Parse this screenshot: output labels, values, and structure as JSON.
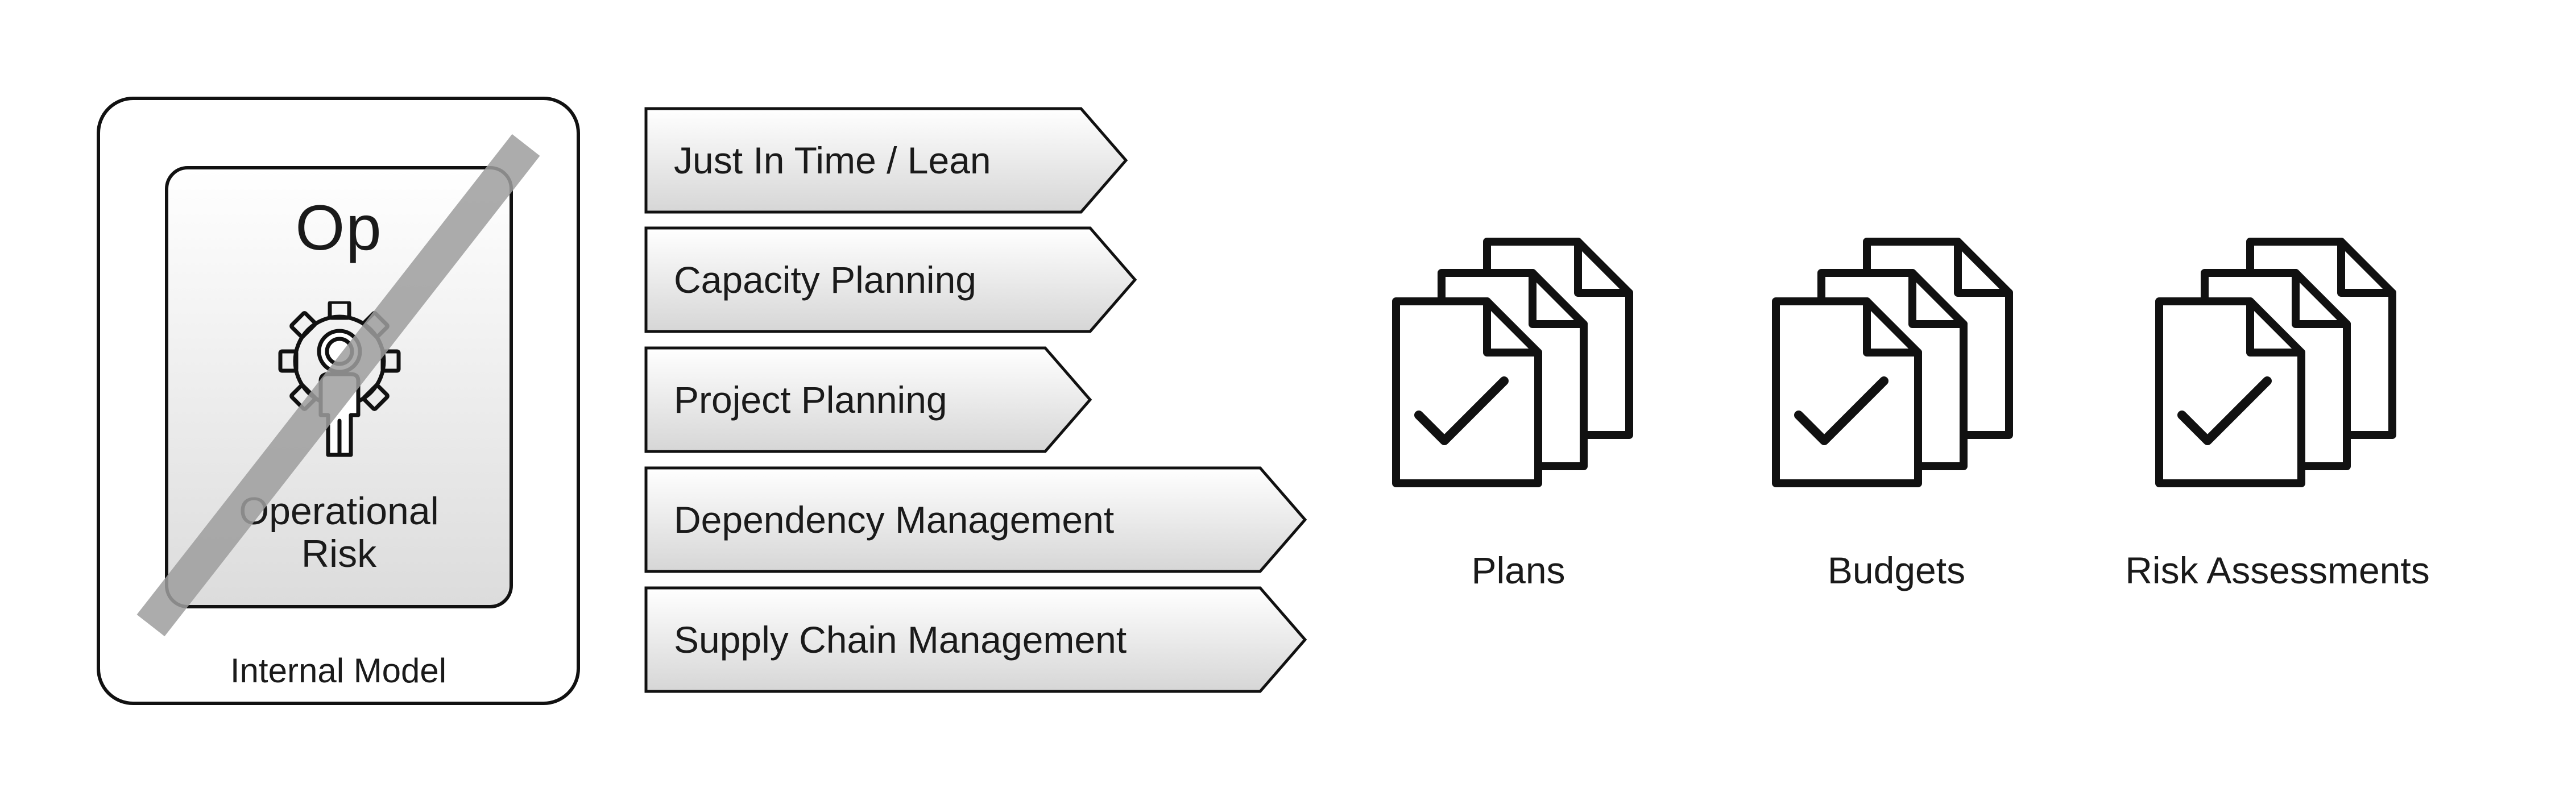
{
  "model": {
    "code": "Op",
    "risk_name": [
      "Operational",
      "Risk"
    ],
    "caption": "Internal Model",
    "icon": "gear-person-icon",
    "struck_out": true
  },
  "arrows": [
    "Just In Time / Lean",
    "Capacity Planning",
    "Project Planning",
    "Dependency Management",
    "Supply Chain Management"
  ],
  "outputs": [
    {
      "label": "Plans",
      "icon": "checked-documents-icon"
    },
    {
      "label": "Budgets",
      "icon": "checked-documents-icon"
    },
    {
      "label": "Risk Assessments",
      "icon": "checked-documents-icon"
    }
  ],
  "colors": {
    "stroke": "#111111",
    "gradient_top": "#ffffff",
    "gradient_bottom": "#dcdcdc",
    "strike": "#9e9e9e"
  }
}
